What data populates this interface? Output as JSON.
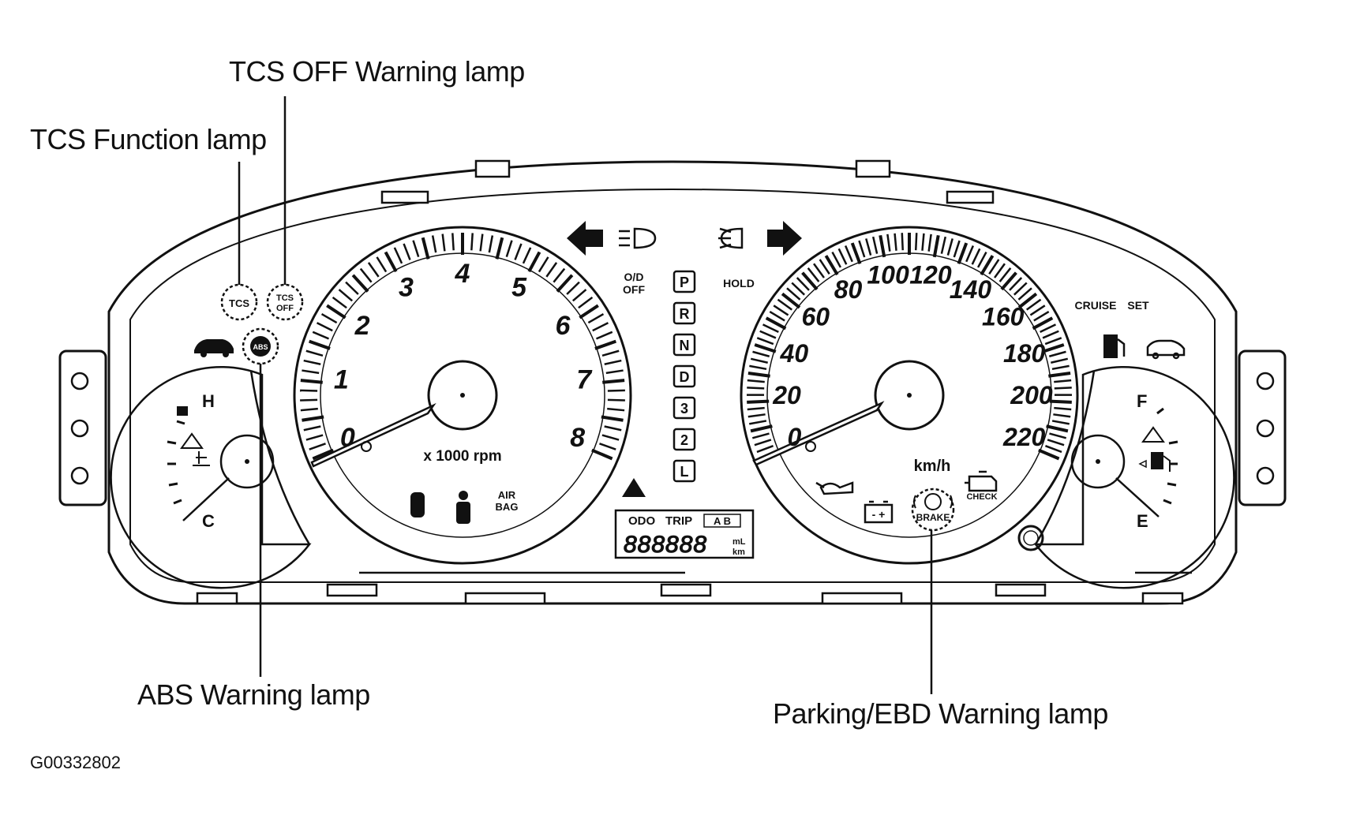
{
  "callouts": {
    "tcs_off_warning": "TCS OFF Warning lamp",
    "tcs_function": "TCS Function lamp",
    "abs_warning": "ABS Warning lamp",
    "parking_ebd_warning": "Parking/EBD Warning lamp"
  },
  "figure_id": "G00332802",
  "tachometer": {
    "numerals": [
      "0",
      "1",
      "2",
      "3",
      "4",
      "5",
      "6",
      "7",
      "8"
    ],
    "unit": "x 1000 rpm"
  },
  "speedometer": {
    "numerals": [
      "0",
      "20",
      "40",
      "60",
      "80",
      "100",
      "120",
      "140",
      "160",
      "180",
      "200",
      "220"
    ],
    "unit": "km/h"
  },
  "temperature_gauge": {
    "hot": "H",
    "cold": "C"
  },
  "fuel_gauge": {
    "full": "F",
    "empty": "E"
  },
  "indicators": {
    "tcs": "TCS",
    "tcs_off_line1": "TCS",
    "tcs_off_line2": "OFF",
    "od_off_line1": "O/D",
    "od_off_line2": "OFF",
    "hold": "HOLD",
    "cruise": "CRUISE",
    "set": "SET",
    "air_bag_line1": "AIR",
    "air_bag_line2": "BAG",
    "check": "CHECK",
    "brake": "BRAKE",
    "abs": "ABS"
  },
  "gear_positions": [
    "P",
    "R",
    "N",
    "D",
    "3",
    "2",
    "L"
  ],
  "odometer": {
    "odo": "ODO",
    "trip": "TRIP",
    "trip_ab": "A B",
    "digits": "888888",
    "unit_ml": "mL",
    "unit_km": "km"
  }
}
